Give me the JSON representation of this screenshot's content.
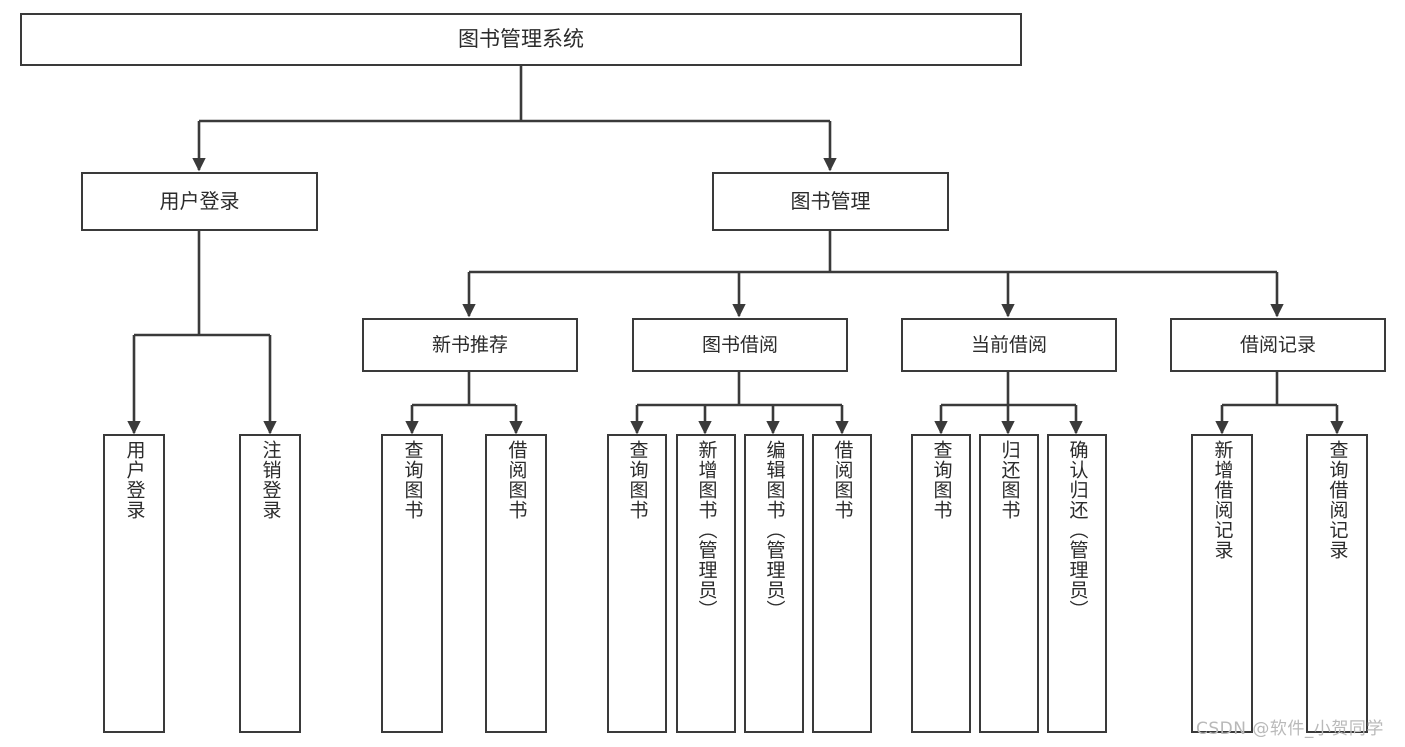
{
  "diagram": {
    "title": "图书管理系统",
    "type": "tree-hierarchy",
    "orientation": "top-down",
    "watermark": "CSDN @软件_小贺同学",
    "colors": {
      "box_border": "#3a3a3a",
      "box_fill": "#ffffff",
      "connector": "#3a3a3a",
      "text": "#2b2b2b",
      "watermark": "#b9b9b9",
      "background": "#ffffff"
    },
    "levels": {
      "root": "图书管理系统",
      "level1": [
        "用户登录",
        "图书管理"
      ],
      "level2": [
        "新书推荐",
        "图书借阅",
        "当前借阅",
        "借阅记录"
      ]
    },
    "nodes": {
      "root": {
        "label": "图书管理系统"
      },
      "l1": [
        {
          "label": "用户登录"
        },
        {
          "label": "图书管理"
        }
      ],
      "l2": [
        {
          "label": "新书推荐"
        },
        {
          "label": "图书借阅"
        },
        {
          "label": "当前借阅"
        },
        {
          "label": "借阅记录"
        }
      ],
      "leaves": [
        {
          "label": "用户登录",
          "parent": "用户登录"
        },
        {
          "label": "注销登录",
          "parent": "用户登录"
        },
        {
          "label": "查询图书",
          "parent": "新书推荐"
        },
        {
          "label": "借阅图书",
          "parent": "新书推荐"
        },
        {
          "label": "查询图书",
          "parent": "图书借阅"
        },
        {
          "label": "新增图书（管理员）",
          "parent": "图书借阅"
        },
        {
          "label": "编辑图书（管理员）",
          "parent": "图书借阅"
        },
        {
          "label": "借阅图书",
          "parent": "图书借阅"
        },
        {
          "label": "查询图书",
          "parent": "当前借阅"
        },
        {
          "label": "归还图书",
          "parent": "当前借阅"
        },
        {
          "label": "确认归还（管理员）",
          "parent": "当前借阅"
        },
        {
          "label": "新增借阅记录",
          "parent": "借阅记录"
        },
        {
          "label": "查询借阅记录",
          "parent": "借阅记录"
        }
      ]
    }
  }
}
